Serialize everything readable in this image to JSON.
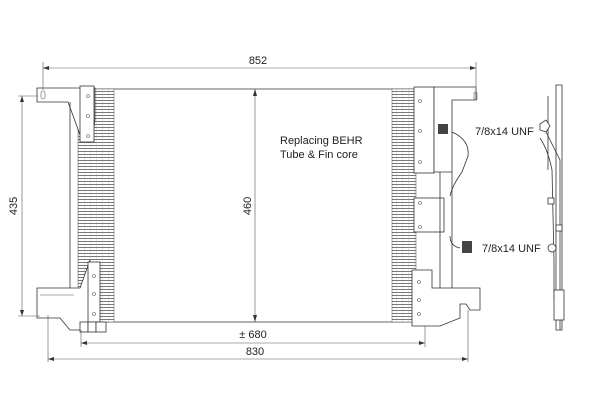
{
  "drawing": {
    "dimensions": {
      "overall_width": "852",
      "overall_height": "435",
      "core_height": "460",
      "core_width": "± 680",
      "mount_width": "830"
    },
    "note": {
      "line1": "Replacing BEHR",
      "line2": "Tube & Fin core"
    },
    "fittings": {
      "upper": "7/8x14 UNF",
      "lower": "7/8x14 UNF"
    },
    "colors": {
      "line": "#333333",
      "fill": "#ffffff"
    }
  }
}
